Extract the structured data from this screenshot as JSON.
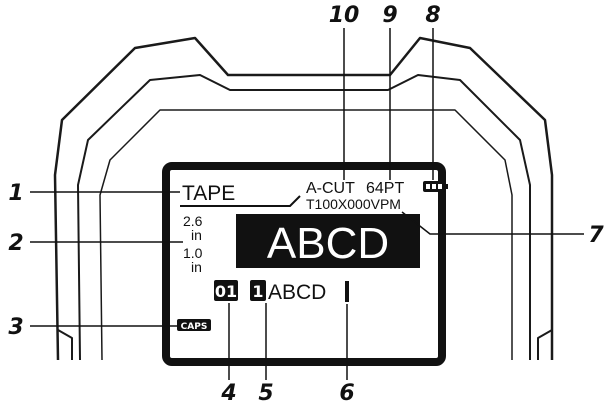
{
  "callouts": {
    "c1": "1",
    "c2": "2",
    "c3": "3",
    "c4": "4",
    "c5": "5",
    "c6": "6",
    "c7": "7",
    "c8": "8",
    "c9": "9",
    "c10": "10"
  },
  "lcd": {
    "tape_label": "TAPE",
    "tape_width_value": "2.6",
    "tape_width_unit": "in",
    "length_value": "1.0",
    "length_unit": "in",
    "caps_label": "CAPS",
    "cut_mode": "A-CUT",
    "font_size": "64PT",
    "format_code": "T100X000VPM",
    "preview_text": "ABCD",
    "block_number": "01",
    "line_number": "1",
    "input_text": "ABCD"
  },
  "icons": {
    "battery": "battery-icon"
  },
  "colors": {
    "ink": "#111111",
    "screen_bg": "#ffffff",
    "body_outline": "#1a1a1a"
  }
}
